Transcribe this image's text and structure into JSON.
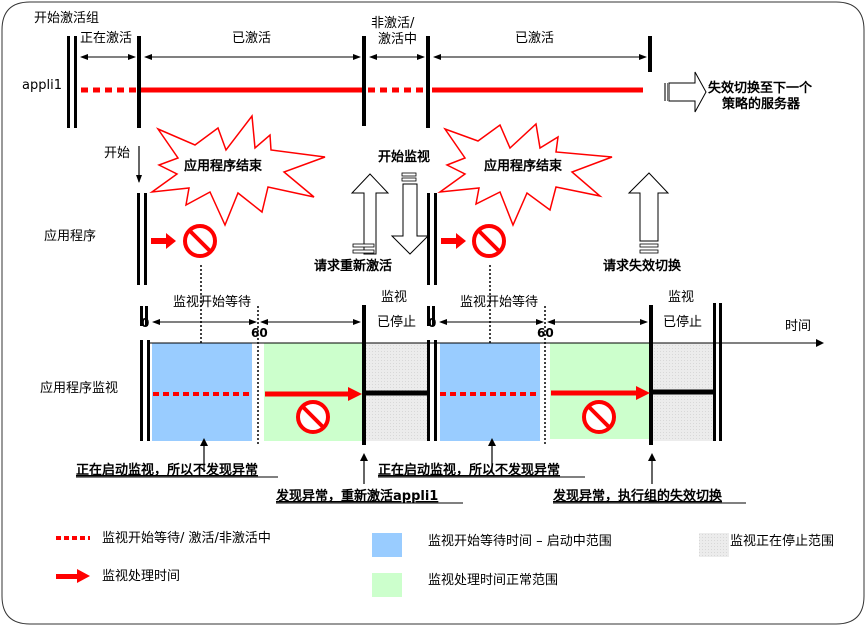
{
  "title": "开始激活组",
  "colors": {
    "red": "#ff0000",
    "blue_range": "#99ccff",
    "green_range": "#ccffcc",
    "gray_range": "#e6e6e6",
    "black": "#000000"
  },
  "rows": {
    "group": "appli1",
    "app": "应用程序",
    "monitor": "应用程序监视"
  },
  "group_phases": {
    "activating": "正在激活",
    "activated_1": "已激活",
    "deactivating_line1": "非激活/",
    "deactivating_line2": "激活中",
    "activated_2": "已激活"
  },
  "failover_note": {
    "line1": "失效切换至下一个",
    "line2": "策略的服务器"
  },
  "app_events": {
    "start": "开始",
    "app_end_1": "应用程序结束",
    "app_end_2": "应用程序结束",
    "monitor_start": "开始监视",
    "request_reactivate": "请求重新激活",
    "request_failover": "请求失效切换"
  },
  "monitor_phases": {
    "wait_label_1": "监视开始等待",
    "wait_label_2": "监视开始等待",
    "stopped_line1": "监视",
    "stopped_line2": "已停止",
    "tick_zero": "0",
    "tick_sixty": "60",
    "time_axis": "时间"
  },
  "annotations": {
    "no_error_1": "正在启动监视，所以不发现异常",
    "no_error_2": "正在启动监视，所以不发现异常",
    "error_reactivate": "发现异常，重新激活appli1",
    "error_failover": "发现异常，执行组的失效切换"
  },
  "legend": {
    "dotted": "监视开始等待/ 激活/非激活中",
    "arrow": "监视处理时间",
    "blue": "监视开始等待时间 – 启动中范围",
    "green": "监视处理时间正常范围",
    "gray": "监视正在停止范围"
  }
}
